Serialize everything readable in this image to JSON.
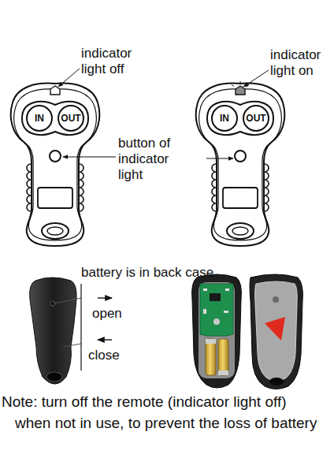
{
  "diagram": {
    "nodes": [
      {
        "text": [
          "IN"
        ]
      },
      {
        "text": [
          "OUT"
        ]
      },
      {
        "text": [
          "IN"
        ]
      },
      {
        "text": [
          "OUT"
        ]
      }
    ],
    "labels": [
      "indicator light off",
      "indicator light on",
      "button of indicator light",
      "battery is in back case",
      "open",
      "close",
      "Note: turn off the remote (indicator light off) when not in use, to prevent the loss of battery"
    ]
  }
}
